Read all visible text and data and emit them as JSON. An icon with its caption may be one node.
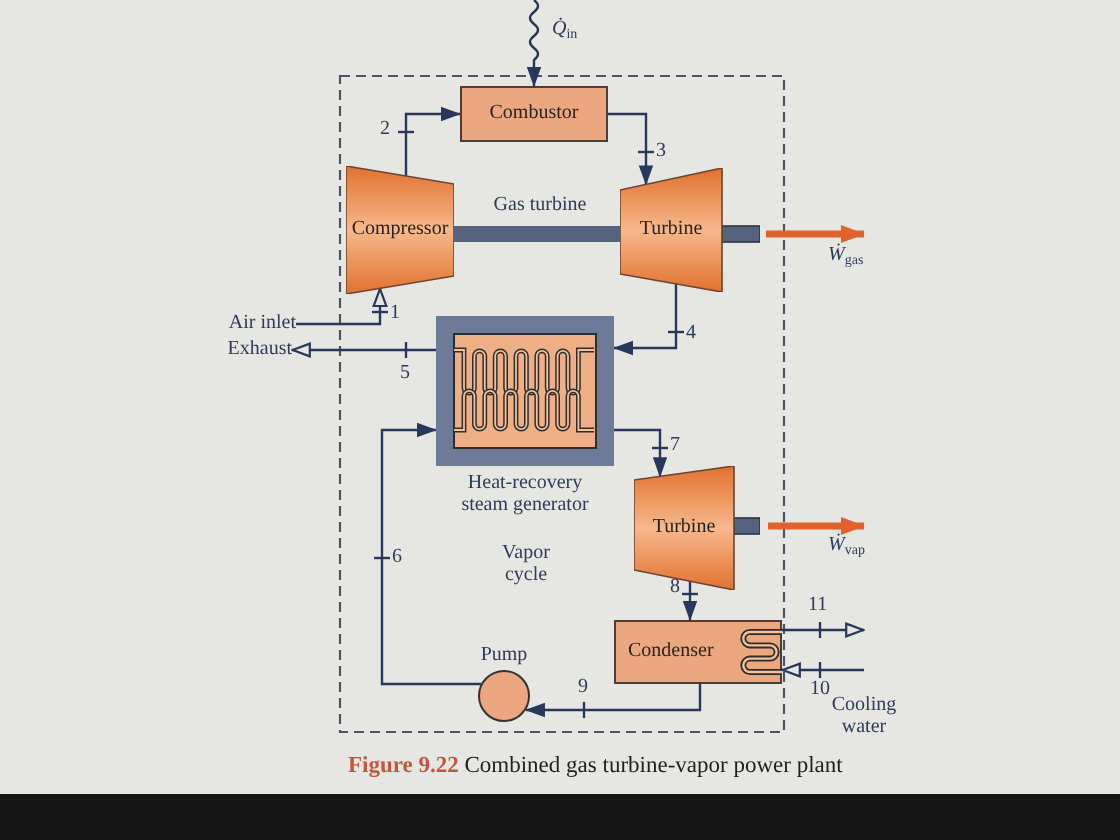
{
  "diagram": {
    "caption": "**Figure 9.22** Combined gas turbine-vapor power plant",
    "nodes": [
      {
        "text": [
          "Combustor"
        ]
      },
      {
        "text": [
          "Compressor"
        ]
      },
      {
        "text": [
          "Turbine"
        ]
      },
      {
        "text": [
          "Air inlet"
        ]
      },
      {
        "text": [
          "Exhaust"
        ]
      },
      {
        "text": [
          "Heat-recovery steam generator"
        ]
      },
      {
        "text": [
          "Turbine"
        ]
      },
      {
        "text": [
          "Condenser"
        ]
      },
      {
        "text": [
          "Pump"
        ]
      }
    ],
    "edges": [
      {
        "from": null,
        "to": 0,
        "arrow": "to",
        "label": "*Q̇*$_{in}$"
      },
      {
        "from": 1,
        "to": 0,
        "arrow": "to",
        "label": "2"
      },
      {
        "from": 0,
        "to": 2,
        "arrow": "to",
        "label": "3"
      },
      {
        "from": 2,
        "to": null,
        "arrow": "to",
        "label": "*Ẇ*$_{gas}$",
        "style": "thick",
        "color": "#e2622c"
      },
      {
        "from": 3,
        "to": 1,
        "arrow": "to",
        "label": "1"
      },
      {
        "from": 2,
        "to": 5,
        "arrow": "to",
        "label": "4"
      },
      {
        "from": 5,
        "to": 4,
        "arrow": "to",
        "label": "5"
      },
      {
        "from": 5,
        "to": 6,
        "arrow": "to",
        "label": "7"
      },
      {
        "from": 6,
        "to": null,
        "arrow": "to",
        "label": "*Ẇ*$_{vap}$",
        "style": "thick",
        "color": "#e2622c"
      },
      {
        "from": 6,
        "to": 7,
        "arrow": "to",
        "label": "8"
      },
      {
        "from": 7,
        "to": null,
        "arrow": "to",
        "label": "11"
      },
      {
        "from": null,
        "to": 7,
        "arrow": "to",
        "label": "10"
      },
      {
        "from": 7,
        "to": 8,
        "arrow": "to",
        "label": "9"
      },
      {
        "from": 8,
        "to": 5,
        "arrow": "to",
        "label": "6"
      },
      {
        "from": 1,
        "to": 2,
        "arrow": "none",
        "style": "thick",
        "color": "#56637e"
      }
    ],
    "labels": [
      "Gas turbine",
      "Vapor cycle",
      "Cooling water"
    ]
  }
}
